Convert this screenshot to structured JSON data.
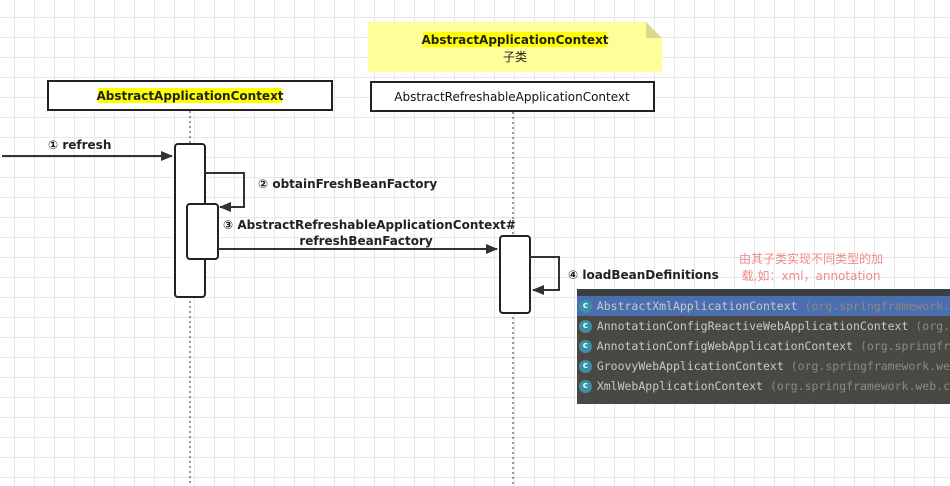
{
  "note": {
    "title": "AbstractApplicationContext",
    "subtitle": "子类"
  },
  "lifelines": [
    {
      "name": "AbstractApplicationContext",
      "highlighted": true
    },
    {
      "name": "AbstractRefreshableApplicationContext",
      "highlighted": false
    }
  ],
  "messages": [
    {
      "label": "① refresh"
    },
    {
      "label": "② obtainFreshBeanFactory"
    },
    {
      "label_line1": "③ AbstractRefreshableApplicationContext#",
      "label_line2": "refreshBeanFactory"
    },
    {
      "label": "④ loadBeanDefinitions"
    }
  ],
  "annotation": {
    "line1": "由其子类实现不同类型的加",
    "line2": "载,如：xml，annotation",
    "color": "#f08a8a"
  },
  "popup": {
    "icon": "class-icon",
    "icon_letter": "c",
    "items": [
      {
        "name": "AbstractXmlApplicationContext",
        "package": "(org.springframework.",
        "selected": true
      },
      {
        "name": "AnnotationConfigReactiveWebApplicationContext",
        "package": "(org.",
        "selected": false
      },
      {
        "name": "AnnotationConfigWebApplicationContext",
        "package": "(org.springfr",
        "selected": false
      },
      {
        "name": "GroovyWebApplicationContext",
        "package": "(org.springframework.we",
        "selected": false
      },
      {
        "name": "XmlWebApplicationContext",
        "package": "(org.springframework.web.c",
        "selected": false
      }
    ]
  },
  "colors": {
    "highlight": "#ffff00",
    "note": "#ffff99",
    "popup_selected": "#4b6eaf"
  }
}
